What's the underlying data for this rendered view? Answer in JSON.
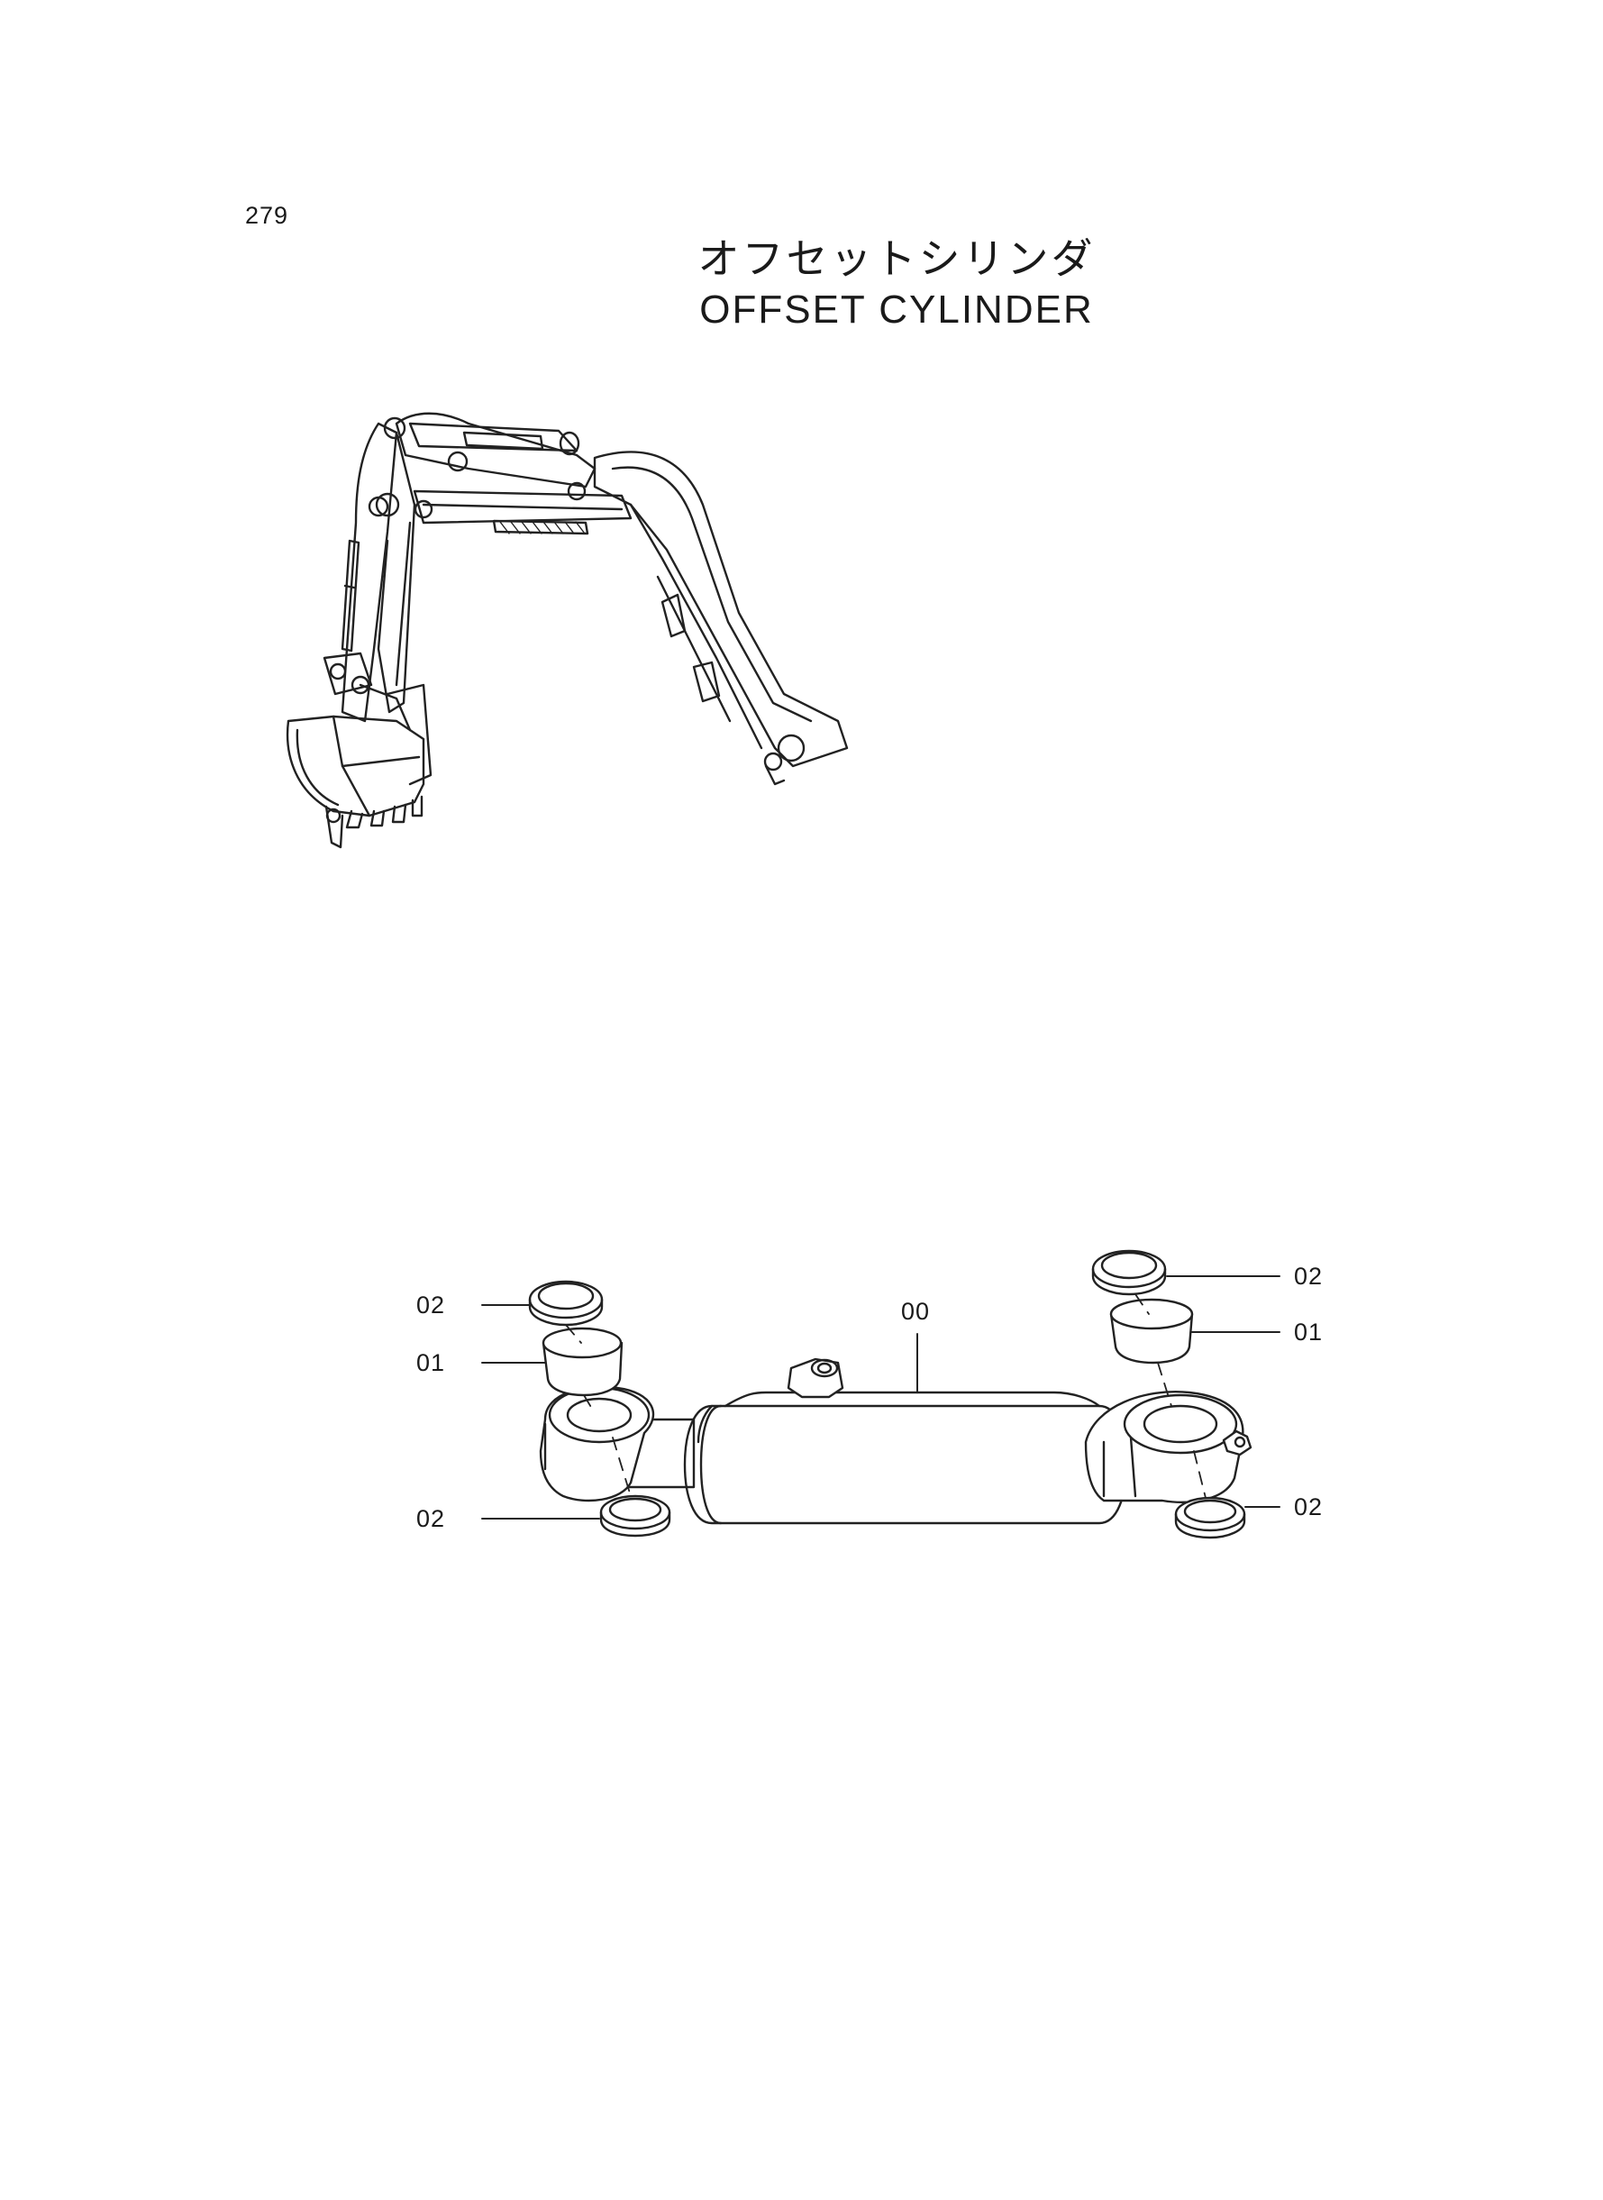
{
  "page": {
    "number": "279",
    "title_jp": "オフセットシリンダ",
    "title_en": "OFFSET CYLINDER"
  },
  "callouts": [
    {
      "id": "c-left-top-seal",
      "label": "02"
    },
    {
      "id": "c-left-bushing",
      "label": "01"
    },
    {
      "id": "c-left-bottom-seal",
      "label": "02"
    },
    {
      "id": "c-cylinder",
      "label": "00"
    },
    {
      "id": "c-right-top-seal",
      "label": "02"
    },
    {
      "id": "c-right-bushing",
      "label": "01"
    },
    {
      "id": "c-right-bottom-seal",
      "label": "02"
    }
  ]
}
